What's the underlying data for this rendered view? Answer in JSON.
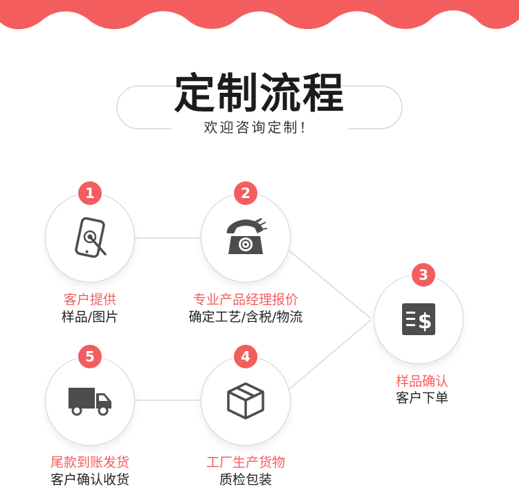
{
  "header": {
    "title": "定制流程",
    "subtitle": "欢迎咨询定制！"
  },
  "colors": {
    "accent": "#f45d5d",
    "icon": "#4d4d4d",
    "connector": "#d8d8d8"
  },
  "steps": [
    {
      "number": "1",
      "title": "客户提供",
      "desc": "样品/图片",
      "icon": "tablet-touch-icon"
    },
    {
      "number": "2",
      "title": "专业产品经理报价",
      "desc": "确定工艺/含税/物流",
      "icon": "telephone-icon"
    },
    {
      "number": "3",
      "title": "样品确认",
      "desc": "客户下单",
      "icon": "invoice-dollar-icon"
    },
    {
      "number": "4",
      "title": "工厂生产货物",
      "desc": "质检包装",
      "icon": "package-box-icon"
    },
    {
      "number": "5",
      "title": "尾款到账发货",
      "desc": "客户确认收货",
      "icon": "delivery-truck-icon"
    }
  ]
}
